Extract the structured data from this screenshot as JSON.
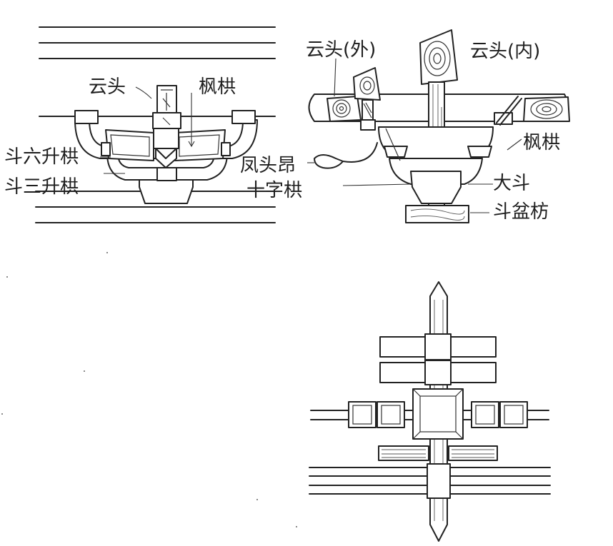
{
  "figure": {
    "front_view": {
      "labels": {
        "yuntou": "云头",
        "fenggong": "枫栱",
        "douliu_shenggong": "斗六升栱",
        "dousan_shenggong": "斗三升栱"
      }
    },
    "section_view": {
      "labels": {
        "yuntou_outer": "云头(外)",
        "yuntou_inner": "云头(内)",
        "fenggong": "枫栱",
        "fengtou_ang": "凤头昂",
        "shizi_gong": "十字栱",
        "dadou": "大斗",
        "doupan_fang": "斗盆枋"
      }
    },
    "plan_view": {}
  }
}
